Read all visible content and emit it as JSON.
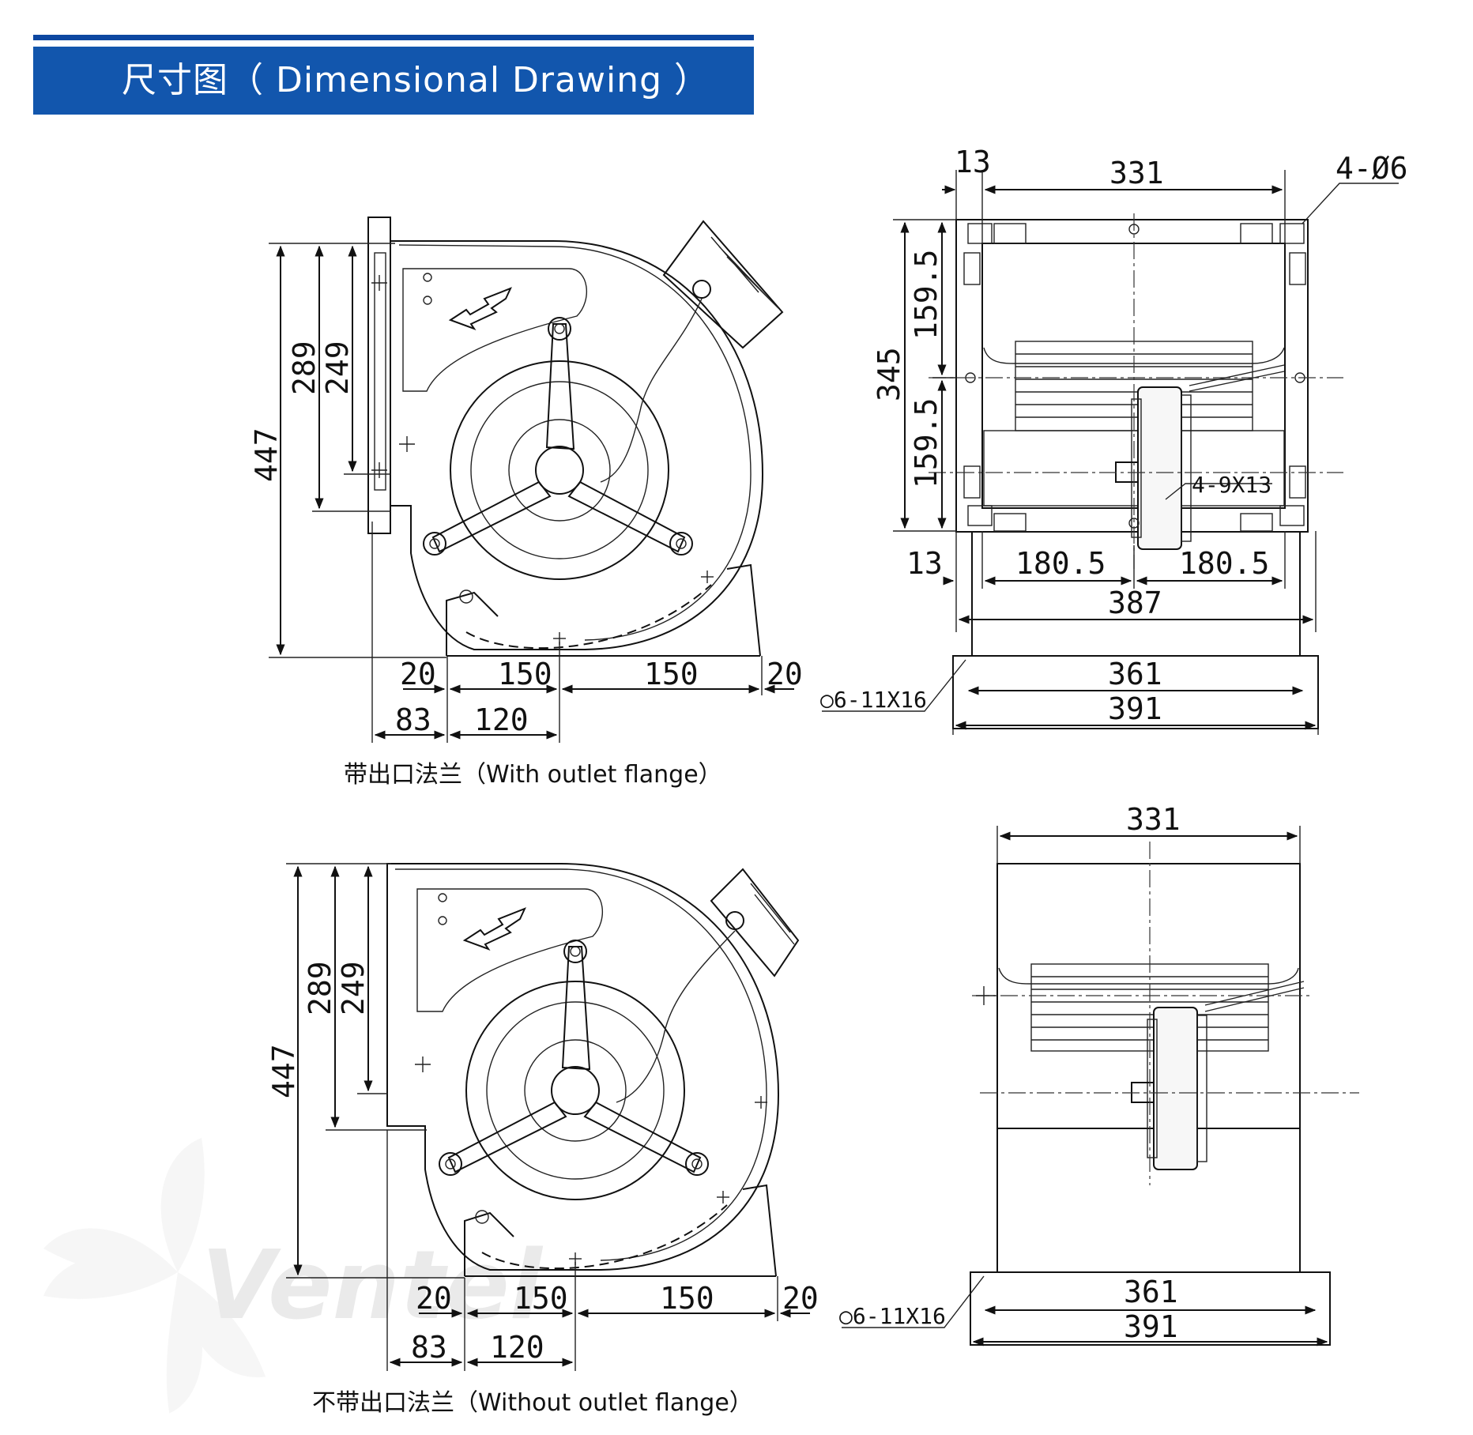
{
  "header": {
    "title": "尺寸图（ Dimensional Drawing ）"
  },
  "views": {
    "with_flange": {
      "caption": "带出口法兰（With outlet flange）",
      "side": {
        "h_total": "447",
        "h_289": "289",
        "h_249": "249",
        "b_20a": "20",
        "b_150a": "150",
        "b_150b": "150",
        "b_20b": "20",
        "b_83": "83",
        "b_120": "120"
      },
      "front": {
        "w_13": "13",
        "w_331": "331",
        "holes": "4-Ø6",
        "h_159a": "159.5",
        "h_345": "345",
        "h_159b": "159.5",
        "slots": "4-9X13",
        "b_13": "13",
        "b_180a": "180.5",
        "b_180b": "180.5",
        "b_387": "387",
        "foot": "○6-11X16",
        "b_361": "361",
        "b_391": "391"
      }
    },
    "without_flange": {
      "caption": "不带出口法兰（Without outlet flange）",
      "side": {
        "h_total": "447",
        "h_289": "289",
        "h_249": "249",
        "b_20a": "20",
        "b_150a": "150",
        "b_150b": "150",
        "b_20b": "20",
        "b_83": "83",
        "b_120": "120"
      },
      "front": {
        "w_331": "331",
        "foot": "○6-11X16",
        "b_361": "361",
        "b_391": "391"
      }
    }
  },
  "watermark": {
    "text": "Ventel"
  },
  "colors": {
    "banner": "#1256ad",
    "banner_rule": "#0d47a1",
    "line": "#111111"
  }
}
